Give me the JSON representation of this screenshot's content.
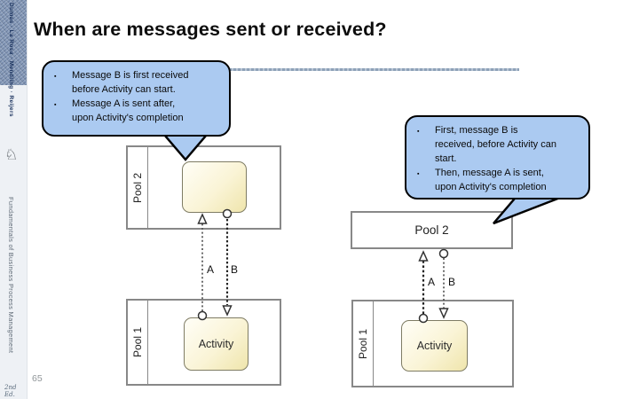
{
  "sidebar": {
    "authors": "Dumas · La Rosa · Mendling · Reijers",
    "book_title": "Fundamentals of Business Process Management",
    "edition": "2nd Ed.",
    "knight_icon": "♘"
  },
  "slide": {
    "title": "When are messages sent or received?",
    "page_number": "65"
  },
  "callout_left": {
    "bullet_glyph": "▪",
    "bullets": [
      "Message B is first received\nbefore Activity can start.",
      "Message A is sent after,\nupon Activity's completion"
    ]
  },
  "callout_right": {
    "bullet_glyph": "▪",
    "bullets": [
      "First, message B is\nreceived, before Activity can\nstart.",
      "Then, message A is sent,\nupon Activity's completion"
    ]
  },
  "diagram_left": {
    "pool_top_label": "Pool 2",
    "pool_bottom_label": "Pool 1",
    "task_top_label": "",
    "task_bottom_label": "Activity",
    "flow_a_label": "A",
    "flow_b_label": "B"
  },
  "diagram_right": {
    "pool_top_label": "Pool 2",
    "pool_bottom_label": "Pool 1",
    "task_bottom_label": "Activity",
    "flow_a_label": "A",
    "flow_b_label": "B"
  },
  "colors": {
    "callout_fill": "#abcaf1",
    "callout_border": "#000000",
    "pool_border": "#888888",
    "task_border": "#7f7c64",
    "task_fill_light": "#fffef7",
    "task_fill_dark": "#efe5ac",
    "sidebar_blue": "#8095b6",
    "rule_line": "#8c9fb6",
    "flow_dark": "#222222",
    "flow_light": "#555555"
  }
}
